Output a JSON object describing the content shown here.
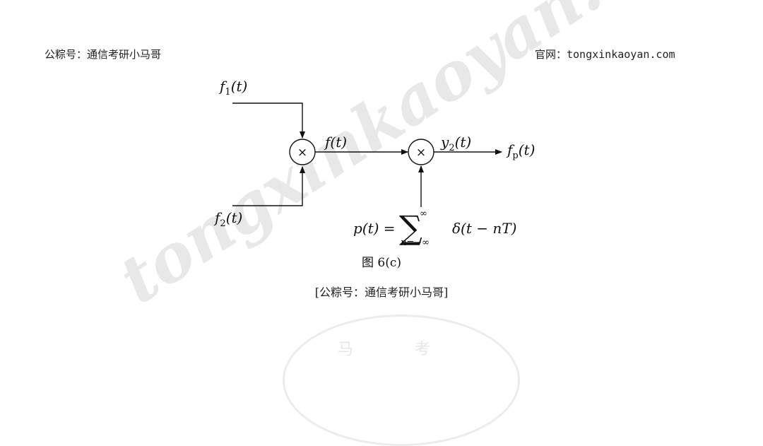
{
  "header": {
    "left": "公粽号：通信考研小马哥",
    "right": "官网：tongxinkaoyan.com"
  },
  "watermark": {
    "text": "tongxinkaoyan.com",
    "seal_text": "马 考"
  },
  "diagram": {
    "inputs": {
      "f1": {
        "base": "f",
        "sub": "1",
        "arg": "(t)"
      },
      "f2": {
        "base": "f",
        "sub": "2",
        "arg": "(t)"
      }
    },
    "multiplier_symbol": "×",
    "signals": {
      "product": "f(t)",
      "y2": {
        "base": "y",
        "sub": "2",
        "arg": "(t)"
      },
      "output": {
        "base": "f",
        "sub": "p",
        "arg": "(t)"
      }
    },
    "sampling": {
      "lhs": "p(t) =",
      "sum_symbol": "∑",
      "upper": "∞",
      "lower": "n=−∞",
      "term": "δ(t − nT)"
    }
  },
  "caption": "图 6(c)",
  "source": "[公粽号：通信考研小马哥]"
}
